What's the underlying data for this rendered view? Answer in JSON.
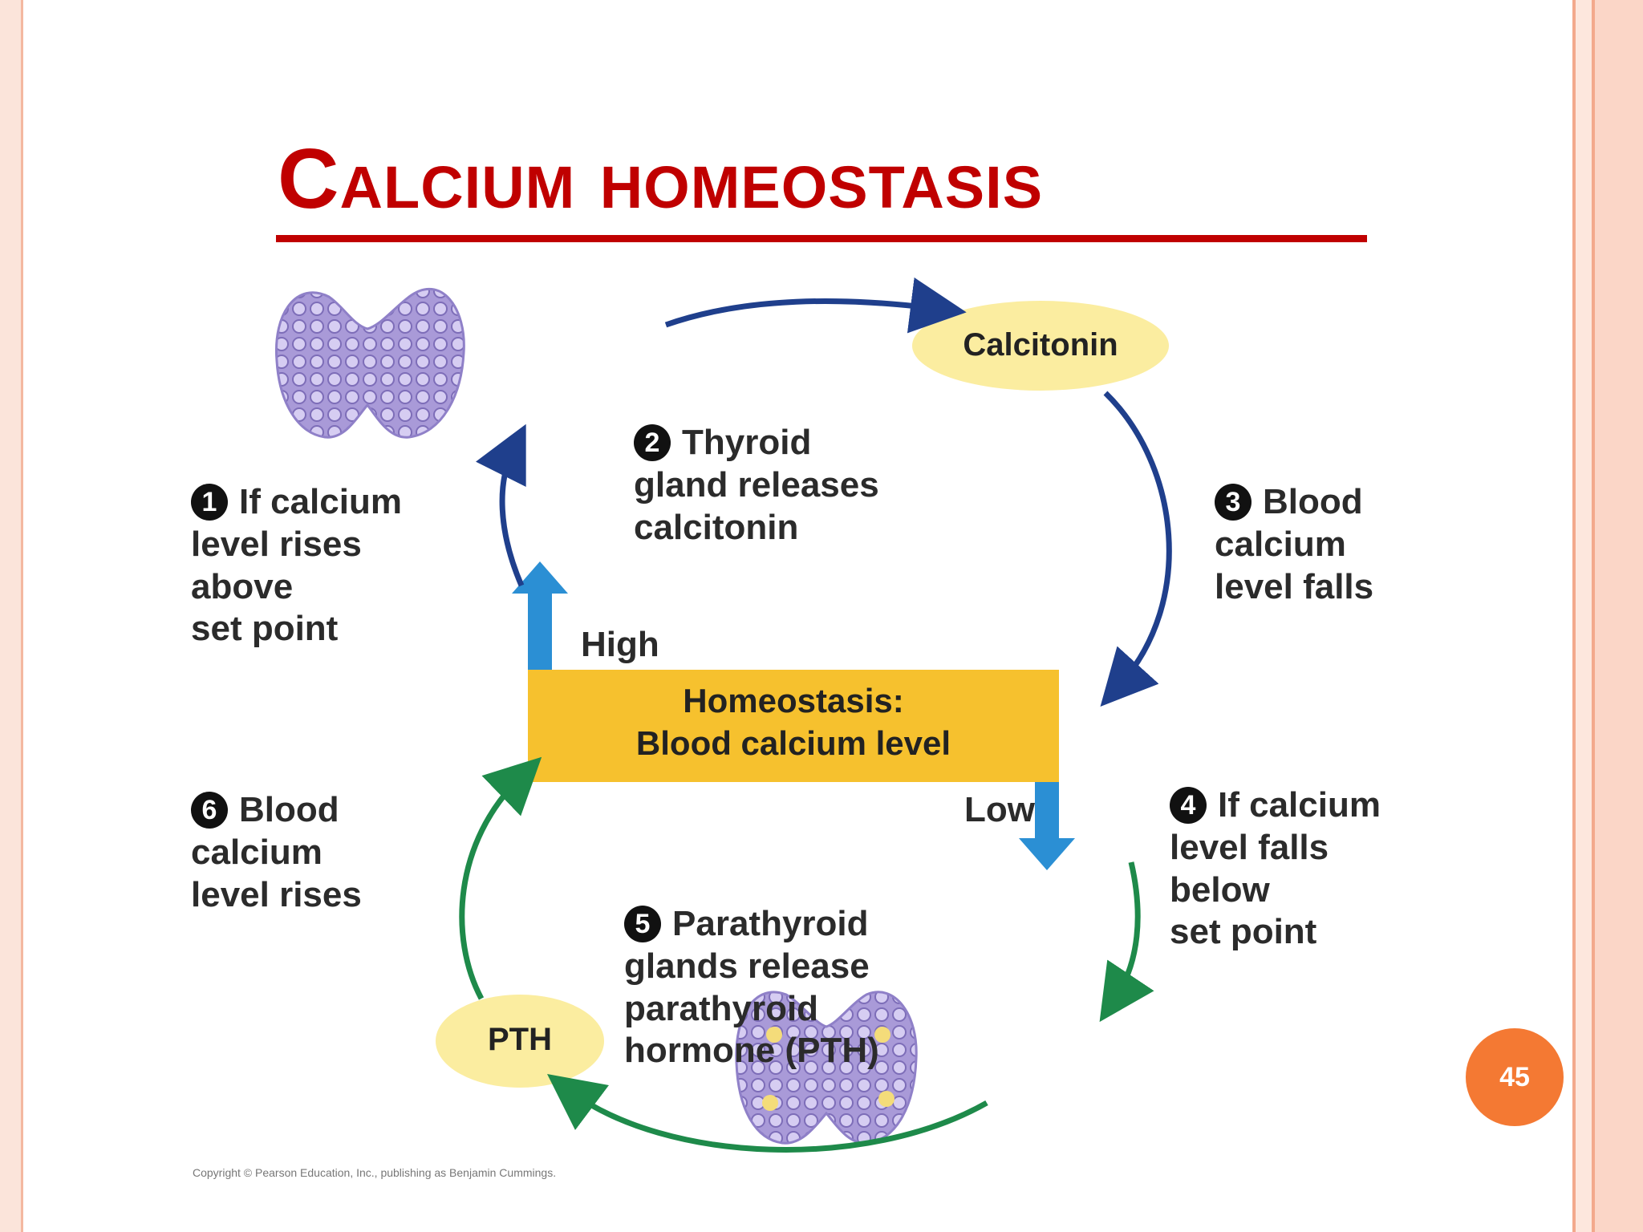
{
  "slide": {
    "title": "Calcium homeostasis",
    "page_number": "45"
  },
  "diagram": {
    "steps": [
      {
        "number": "1",
        "text": "If calcium\nlevel rises\nabove\nset point"
      },
      {
        "number": "2",
        "text": "Thyroid\ngland releases\ncalcitonin"
      },
      {
        "number": "3",
        "text": "Blood\ncalcium\nlevel falls"
      },
      {
        "number": "4",
        "text": "If calcium\nlevel falls\nbelow\nset point"
      },
      {
        "number": "5",
        "text": "Parathyroid\nglands release\nparathyroid\nhormone (PTH)"
      },
      {
        "number": "6",
        "text": "Blood\ncalcium\nlevel rises"
      }
    ],
    "hormones": {
      "calcitonin": "Calcitonin",
      "pth": "PTH"
    },
    "center": {
      "line1": "Homeostasis:",
      "line2": "Blood calcium level"
    },
    "high_label": "High",
    "low_label": "Low",
    "copyright": "Copyright © Pearson Education, Inc., publishing as Benjamin Cummings.",
    "colors": {
      "accent_title": "#c00000",
      "center_box": "#f6c12e",
      "hormone_oval": "#fbeda0",
      "arrow_blue": "#1f3f8c",
      "arrow_green": "#1e8a4a",
      "set_point_arrow": "#2b8fd4",
      "gland": "#a99ad8",
      "page_badge": "#f47933"
    },
    "icons": [
      "thyroid-gland-icon",
      "parathyroid-gland-icon"
    ]
  }
}
